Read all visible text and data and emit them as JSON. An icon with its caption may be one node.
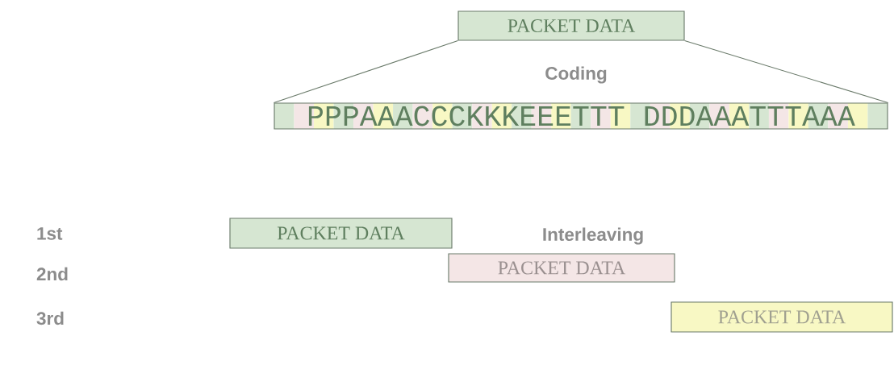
{
  "diagram": {
    "nodes": [
      {
        "text": [
          "PACKET DATA"
        ]
      },
      {
        "text": [
          "PPPAAACCCKKKEEETTT DDDAAATTTAAA"
        ]
      },
      {
        "text": [
          "PACKET DATA"
        ]
      },
      {
        "text": [
          "PACKET DATA"
        ]
      },
      {
        "text": [
          "PACKET DATA"
        ]
      }
    ],
    "edges": [
      {
        "from": 0,
        "to": 1,
        "arrow": "none"
      },
      {
        "from": 0,
        "to": 1,
        "arrow": "none"
      }
    ],
    "labels": [
      "Coding",
      "Interleaving",
      "1st",
      "2nd",
      "3rd"
    ]
  }
}
